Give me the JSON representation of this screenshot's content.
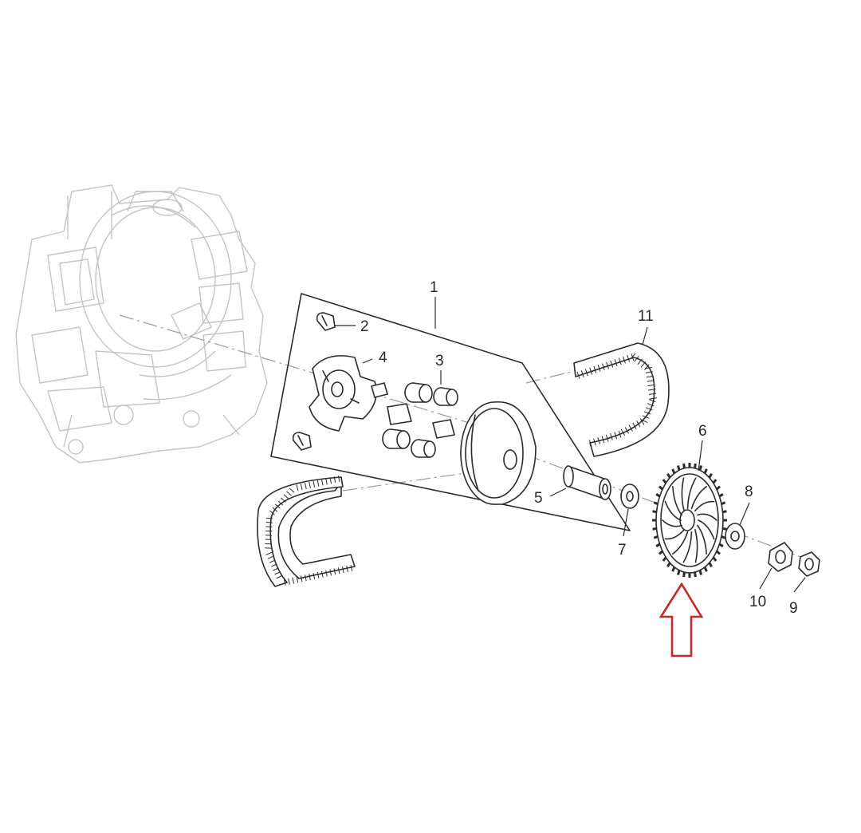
{
  "diagram": {
    "callouts": [
      {
        "id": "1",
        "label": "1"
      },
      {
        "id": "2",
        "label": "2"
      },
      {
        "id": "3",
        "label": "3"
      },
      {
        "id": "4",
        "label": "4"
      },
      {
        "id": "5",
        "label": "5"
      },
      {
        "id": "6",
        "label": "6"
      },
      {
        "id": "7",
        "label": "7"
      },
      {
        "id": "8",
        "label": "8"
      },
      {
        "id": "9",
        "label": "9"
      },
      {
        "id": "10",
        "label": "10"
      },
      {
        "id": "11",
        "label": "11"
      }
    ],
    "highlight_arrow": {
      "color": "#c62828",
      "target_part": "6"
    },
    "colors": {
      "line": "#2b2b2b",
      "faded_line": "#c4c4c4",
      "background": "#ffffff"
    }
  }
}
